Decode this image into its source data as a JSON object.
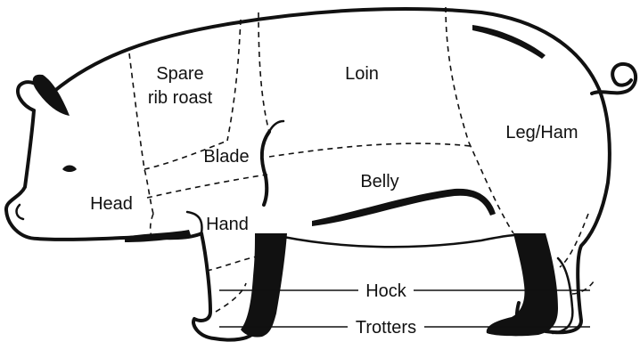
{
  "colors": {
    "ink": "#111111",
    "background": "#ffffff"
  },
  "cuts": {
    "spare_rib_line1": "Spare",
    "spare_rib_line2": "rib roast",
    "loin": "Loin",
    "leg_ham": "Leg/Ham",
    "blade": "Blade",
    "belly": "Belly",
    "head": "Head",
    "hand": "Hand",
    "hock": "Hock",
    "trotters": "Trotters"
  }
}
